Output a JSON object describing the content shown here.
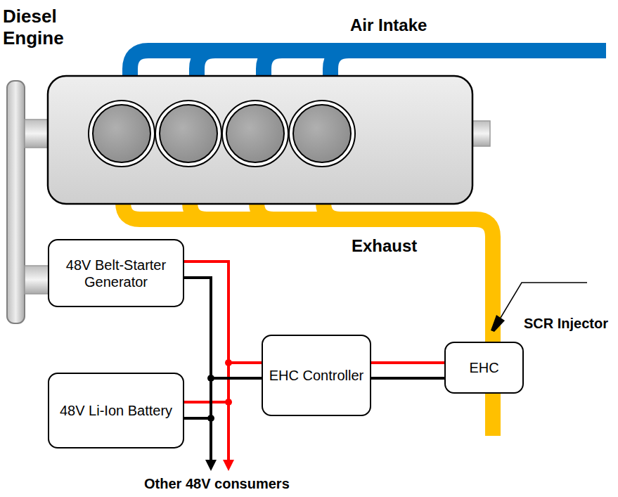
{
  "diagram": {
    "nodes": [
      {
        "text": [
          "48V Belt-Starter Generator"
        ]
      },
      {
        "text": [
          "48V Li-Ion Battery"
        ]
      },
      {
        "text": [
          "EHC Controller"
        ]
      },
      {
        "text": [
          "EHC"
        ]
      }
    ],
    "edges": [
      {
        "from": 0,
        "to": 2,
        "arrow": "none"
      },
      {
        "from": 1,
        "to": 2,
        "arrow": "none"
      },
      {
        "from": 2,
        "to": 3,
        "arrow": "none"
      }
    ],
    "labels": [
      "Diesel Engine",
      "Air Intake",
      "Exhaust",
      "SCR Injector",
      "Other 48V consumers"
    ]
  }
}
